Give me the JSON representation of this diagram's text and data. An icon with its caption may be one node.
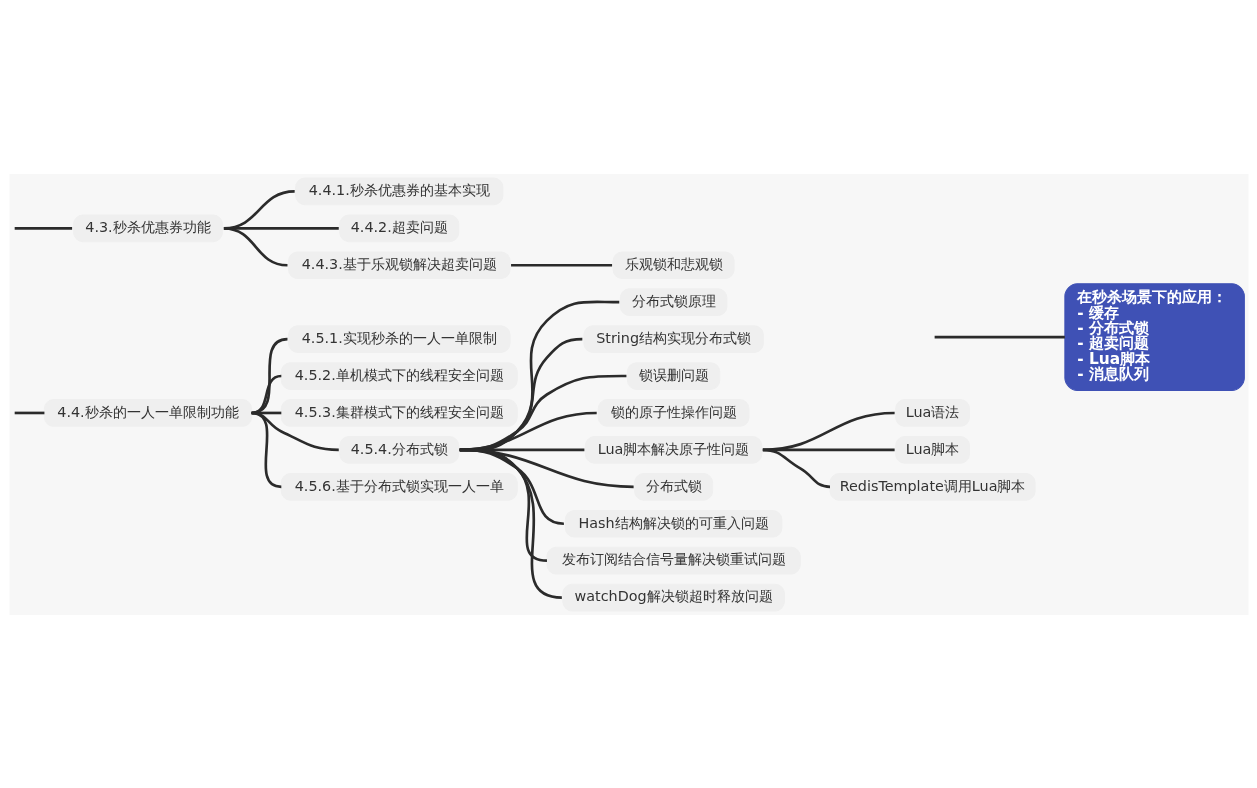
{
  "diagram": {
    "nodes": [
      {
        "text": [
          "4.3.秒杀优惠券功能"
        ]
      },
      {
        "text": [
          "4.4.1.秒杀优惠券的基本实现"
        ]
      },
      {
        "text": [
          "4.4.2.超卖问题"
        ]
      },
      {
        "text": [
          "4.4.3.基于乐观锁解决超卖问题"
        ]
      },
      {
        "text": [
          "乐观锁和悲观锁"
        ]
      },
      {
        "text": [
          "4.4.秒杀的一人一单限制功能"
        ]
      },
      {
        "text": [
          "4.5.1.实现秒杀的一人一单限制"
        ]
      },
      {
        "text": [
          "4.5.2.单机模式下的线程安全问题"
        ]
      },
      {
        "text": [
          "4.5.3.集群模式下的线程安全问题"
        ]
      },
      {
        "text": [
          "4.5.4.分布式锁"
        ]
      },
      {
        "text": [
          "分布式锁原理"
        ]
      },
      {
        "text": [
          "String结构实现分布式锁"
        ]
      },
      {
        "text": [
          "锁误删问题"
        ]
      },
      {
        "text": [
          "锁的原子性操作问题"
        ]
      },
      {
        "text": [
          "Lua脚本解决原子性问题"
        ]
      },
      {
        "text": [
          "Lua语法"
        ]
      },
      {
        "text": [
          "Lua脚本"
        ]
      },
      {
        "text": [
          "RedisTemplate调用Lua脚本"
        ]
      },
      {
        "text": [
          "分布式锁"
        ]
      },
      {
        "text": [
          "Hash结构解决锁的可重入问题"
        ]
      },
      {
        "text": [
          "发布订阅结合信号量解决锁重试问题"
        ]
      },
      {
        "text": [
          "watchDog解决锁超时释放问题"
        ]
      },
      {
        "text": [
          "4.5.6.基于分布式锁实现一人一单"
        ]
      },
      {
        "text": [
          "在秒杀场景下的应用：",
          "- 缓存",
          "- 分布式锁",
          "- 超卖问题",
          "- Lua脚本",
          "- 消息队列"
        ]
      }
    ],
    "edges": [
      {
        "from": null,
        "to": 0,
        "arrow": "none"
      },
      {
        "from": 0,
        "to": 1,
        "arrow": "none"
      },
      {
        "from": 0,
        "to": 2,
        "arrow": "none"
      },
      {
        "from": 0,
        "to": 3,
        "arrow": "none"
      },
      {
        "from": 3,
        "to": 4,
        "arrow": "none"
      },
      {
        "from": null,
        "to": 5,
        "arrow": "none"
      },
      {
        "from": 5,
        "to": 6,
        "arrow": "none"
      },
      {
        "from": 5,
        "to": 7,
        "arrow": "none"
      },
      {
        "from": 5,
        "to": 8,
        "arrow": "none"
      },
      {
        "from": 5,
        "to": 9,
        "arrow": "none"
      },
      {
        "from": 9,
        "to": 10,
        "arrow": "none"
      },
      {
        "from": 9,
        "to": 11,
        "arrow": "none"
      },
      {
        "from": 9,
        "to": 12,
        "arrow": "none"
      },
      {
        "from": 9,
        "to": 13,
        "arrow": "none"
      },
      {
        "from": 9,
        "to": 14,
        "arrow": "none"
      },
      {
        "from": 14,
        "to": 15,
        "arrow": "none"
      },
      {
        "from": 14,
        "to": 16,
        "arrow": "none"
      },
      {
        "from": 14,
        "to": 17,
        "arrow": "none"
      },
      {
        "from": 9,
        "to": 18,
        "arrow": "none"
      },
      {
        "from": 9,
        "to": 19,
        "arrow": "none"
      },
      {
        "from": 9,
        "to": 20,
        "arrow": "none"
      },
      {
        "from": 9,
        "to": 21,
        "arrow": "none"
      },
      {
        "from": 5,
        "to": 22,
        "arrow": "none"
      },
      {
        "from": null,
        "to": 23,
        "arrow": "none"
      }
    ]
  }
}
